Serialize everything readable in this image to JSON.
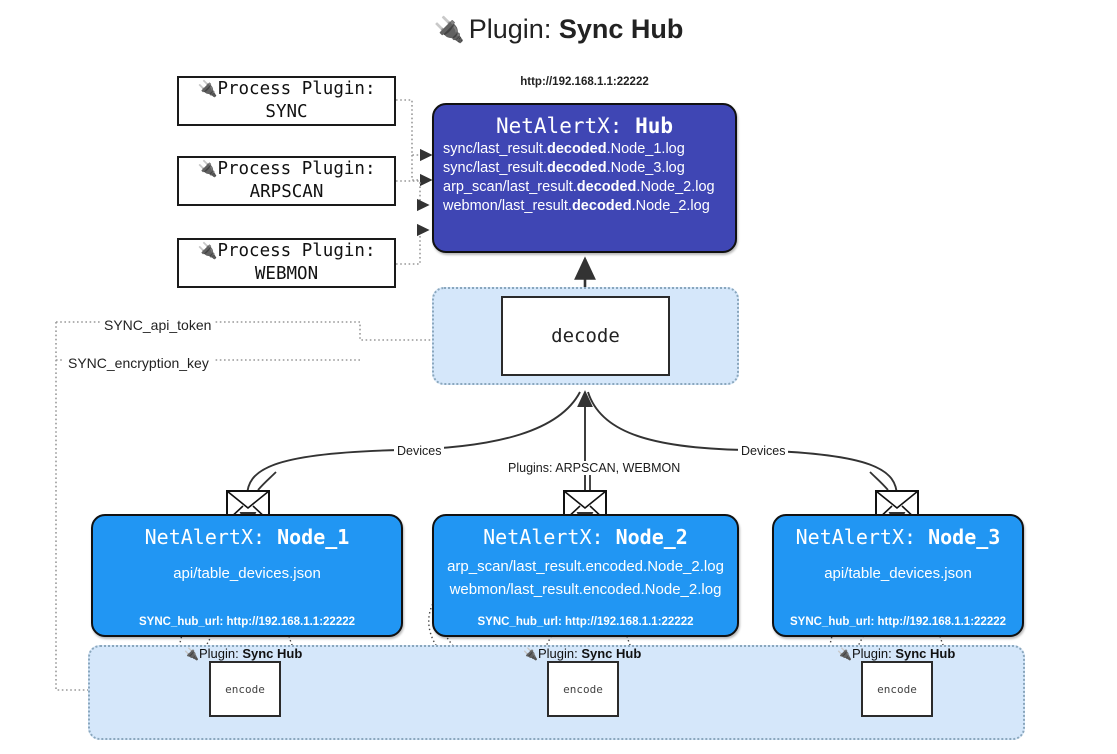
{
  "title": {
    "icon": "plug-icon",
    "prefix": "Plugin: ",
    "name": "Sync Hub"
  },
  "process_plugins": [
    {
      "icon": "plug-icon",
      "line1": "Process Plugin:",
      "line2": "SYNC"
    },
    {
      "icon": "plug-icon",
      "line1": "Process Plugin:",
      "line2": "ARPSCAN"
    },
    {
      "icon": "plug-icon",
      "line1": "Process Plugin:",
      "line2": "WEBMON"
    }
  ],
  "hub": {
    "url": "http://192.168.1.1:22222",
    "title_prefix": "NetAlertX: ",
    "title_name": "Hub",
    "logs": [
      {
        "pre": "sync/last_result.",
        "mid": "decoded",
        "post": ".Node_1.log"
      },
      {
        "pre": "sync/last_result.",
        "mid": "decoded",
        "post": ".Node_3.log"
      },
      {
        "pre": "arp_scan/last_result.",
        "mid": "decoded",
        "post": ".Node_2.log"
      },
      {
        "pre": "webmon/last_result.",
        "mid": "decoded",
        "post": ".Node_2.log"
      }
    ]
  },
  "decode": {
    "label": "decode"
  },
  "keys": [
    {
      "label": "SYNC_api_token"
    },
    {
      "label": "SYNC_encryption_key"
    }
  ],
  "edge_labels": {
    "devices_left": "Devices",
    "plugins_center": "Plugins: ARPSCAN, WEBMON",
    "devices_right": "Devices"
  },
  "nodes": [
    {
      "title_prefix": "NetAlertX: ",
      "title_name": "Node_1",
      "lines": [
        "api/table_devices.json"
      ],
      "footer": "SYNC_hub_url: http://192.168.1.1:22222",
      "envelope_icon": "envelope-icon"
    },
    {
      "title_prefix": "NetAlertX: ",
      "title_name": "Node_2",
      "lines": [
        "arp_scan/last_result.encoded.Node_2.log",
        "webmon/last_result.encoded.Node_2.log"
      ],
      "footer": "SYNC_hub_url: http://192.168.1.1:22222",
      "envelope_icon": "envelope-icon"
    },
    {
      "title_prefix": "NetAlertX: ",
      "title_name": "Node_3",
      "lines": [
        "api/table_devices.json"
      ],
      "footer": "SYNC_hub_url: http://192.168.1.1:22222",
      "envelope_icon": "envelope-icon"
    }
  ],
  "bottom_plugins": [
    {
      "icon": "plug-icon",
      "prefix": "Plugin: ",
      "name": "Sync Hub",
      "box_label": "encode"
    },
    {
      "icon": "plug-icon",
      "prefix": "Plugin: ",
      "name": "Sync Hub",
      "box_label": "encode"
    },
    {
      "icon": "plug-icon",
      "prefix": "Plugin: ",
      "name": "Sync Hub",
      "box_label": "encode"
    }
  ],
  "colors": {
    "hub_fill": "#3f46b4",
    "node_fill": "#2196f3",
    "container_fill": "#d5e7fa",
    "container_border": "#8aa7bd",
    "stroke": "#111111"
  }
}
